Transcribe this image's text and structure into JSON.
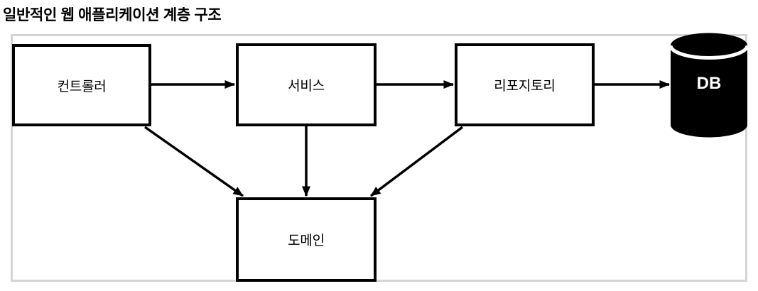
{
  "title": "일반적인 웹 애플리케이션 계층 구조",
  "diagram": {
    "type": "layered-architecture-flow",
    "nodes": [
      {
        "id": "controller",
        "label": "컨트롤러",
        "shape": "rectangle"
      },
      {
        "id": "service",
        "label": "서비스",
        "shape": "rectangle"
      },
      {
        "id": "repository",
        "label": "리포지토리",
        "shape": "rectangle"
      },
      {
        "id": "db",
        "label": "DB",
        "shape": "cylinder"
      },
      {
        "id": "domain",
        "label": "도메인",
        "shape": "rectangle"
      }
    ],
    "edges": [
      {
        "from": "controller",
        "to": "service",
        "style": "arrow"
      },
      {
        "from": "service",
        "to": "repository",
        "style": "arrow"
      },
      {
        "from": "repository",
        "to": "db",
        "style": "arrow"
      },
      {
        "from": "controller",
        "to": "domain",
        "style": "arrow"
      },
      {
        "from": "service",
        "to": "domain",
        "style": "arrow"
      },
      {
        "from": "repository",
        "to": "domain",
        "style": "arrow"
      }
    ],
    "colors": {
      "stroke": "#000000",
      "node_fill": "#ffffff",
      "db_fill": "#000000",
      "db_text": "#ffffff",
      "frame_border": "#d4d4d4",
      "title_color": "#000000"
    }
  }
}
